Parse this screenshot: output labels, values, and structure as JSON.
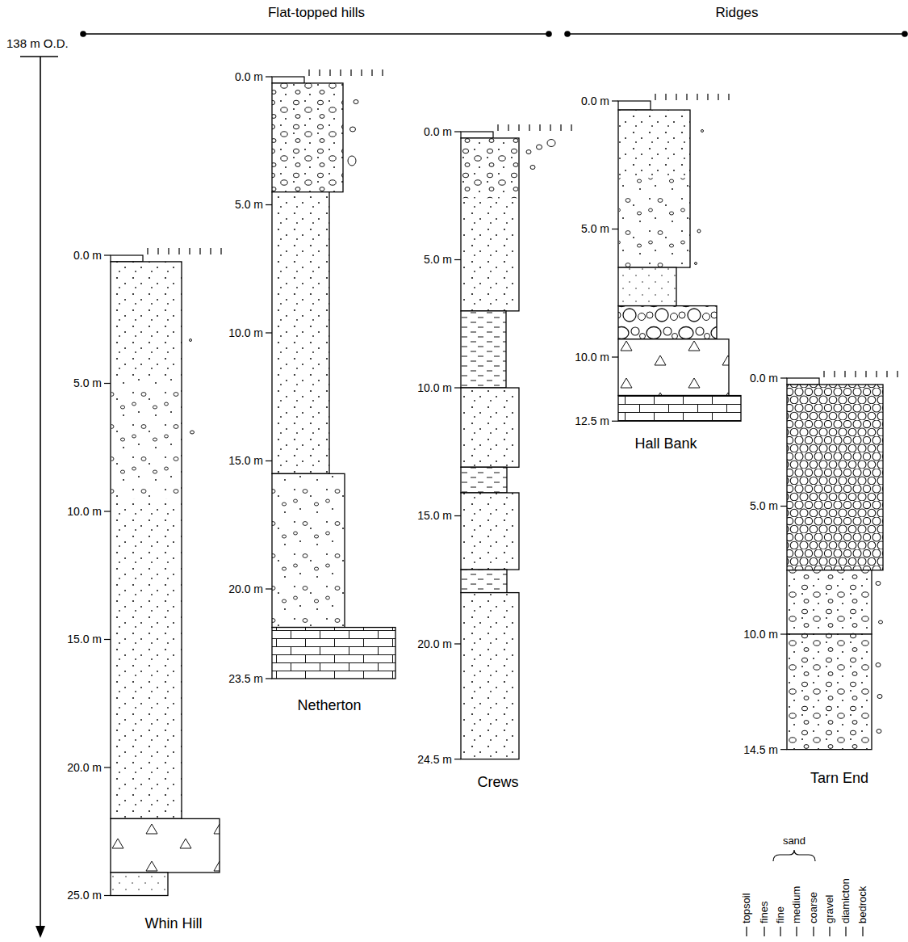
{
  "diagram": {
    "nodes": [
      {
        "text": [
          "Whin Hill"
        ]
      },
      {
        "text": [
          "Netherton"
        ]
      },
      {
        "text": [
          "Crews"
        ]
      },
      {
        "text": [
          "Hall Bank"
        ]
      },
      {
        "text": [
          "Tarn End"
        ]
      }
    ],
    "labels": [
      "Flat-topped hills",
      "Ridges",
      "138 m O.D.",
      "0.0 m",
      "5.0 m",
      "10.0 m",
      "15.0 m",
      "20.0 m",
      "25.0 m",
      "0.0 m",
      "5.0 m",
      "10.0 m",
      "15.0 m",
      "20.0 m",
      "23.5 m",
      "0.0 m",
      "5.0 m",
      "10.0 m",
      "15.0 m",
      "20.0 m",
      "24.5 m",
      "0.0 m",
      "5.0 m",
      "10.0 m",
      "12.5 m",
      "0.0 m",
      "5.0 m",
      "10.0 m",
      "14.5 m",
      "sand"
    ],
    "legend": [
      {
        "text": "topsoil"
      },
      {
        "text": "fines"
      },
      {
        "text": "fine"
      },
      {
        "text": "medium"
      },
      {
        "text": "coarse"
      },
      {
        "text": "gravel"
      },
      {
        "text": "diamicton"
      },
      {
        "text": "bedrock"
      }
    ]
  }
}
